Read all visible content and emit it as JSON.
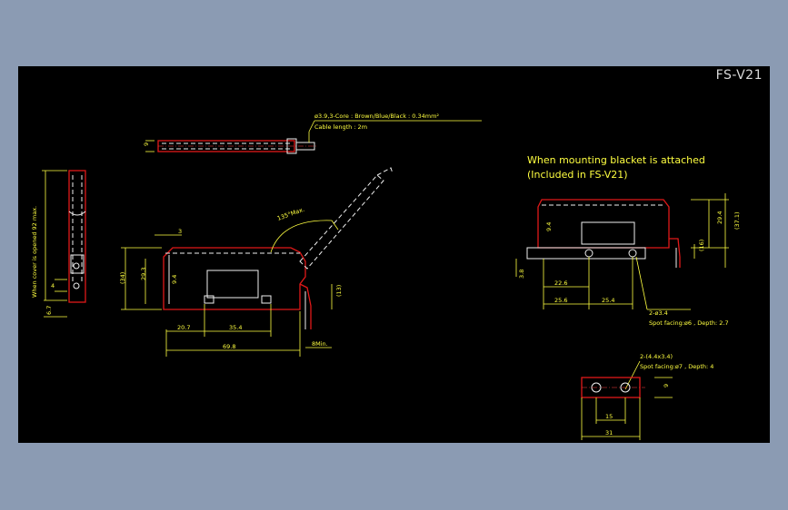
{
  "drawing": {
    "title": "FS-V21",
    "cable_note": "ø3.9,3-Core : Brown/Blue/Black : 0.34mm²",
    "cable_length": "Cable length : 2m",
    "cover_note": "When cover is opened  92 max.",
    "angle_label": "135°Max.",
    "side": {
      "d_34": "(34)",
      "d_29_3": "29.3",
      "d_9_4": "9.4",
      "d_3": "3",
      "d_13": "(13)",
      "d_20_7": "20.7",
      "d_35_4": "35.4",
      "d_69_8": "69.8",
      "d_8min": "8Min.",
      "d_9": "9"
    },
    "left_view": {
      "d_4": "4",
      "d_6_7": "6.7"
    },
    "bracket": {
      "heading_line1": "When mounting blacket is attached",
      "heading_line2": "(Included in FS-V21)",
      "d_29_4": "29.4",
      "d_37_1": "(37.1)",
      "d_16": "(16)",
      "d_9_4": "9.4",
      "d_3_8": "3.8",
      "d_22_6": "22.6",
      "d_25_6": "25.6",
      "d_25_4": "25.4",
      "hole": "2-ø3.4",
      "spot": "Spot facing:ø6 , Depth: 2.7"
    },
    "plate": {
      "holes": "2-(4.4x3.4)",
      "spot": "Spot facing:ø7 , Depth: 4",
      "d_15": "15",
      "d_31": "31",
      "d_9": "9"
    }
  }
}
